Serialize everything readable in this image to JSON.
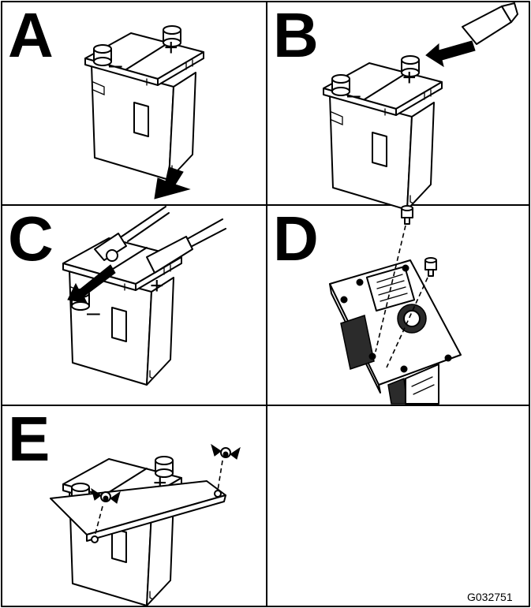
{
  "panels": [
    {
      "letter": "A",
      "positive": "+",
      "negative": "–"
    },
    {
      "letter": "B",
      "positive": "+",
      "negative": "–"
    },
    {
      "letter": "C",
      "positive": "+",
      "negative": "–"
    },
    {
      "letter": "D"
    },
    {
      "letter": "E",
      "positive": "+",
      "negative": "–"
    },
    {
      "letter": ""
    }
  ],
  "figure_code": "G032751"
}
